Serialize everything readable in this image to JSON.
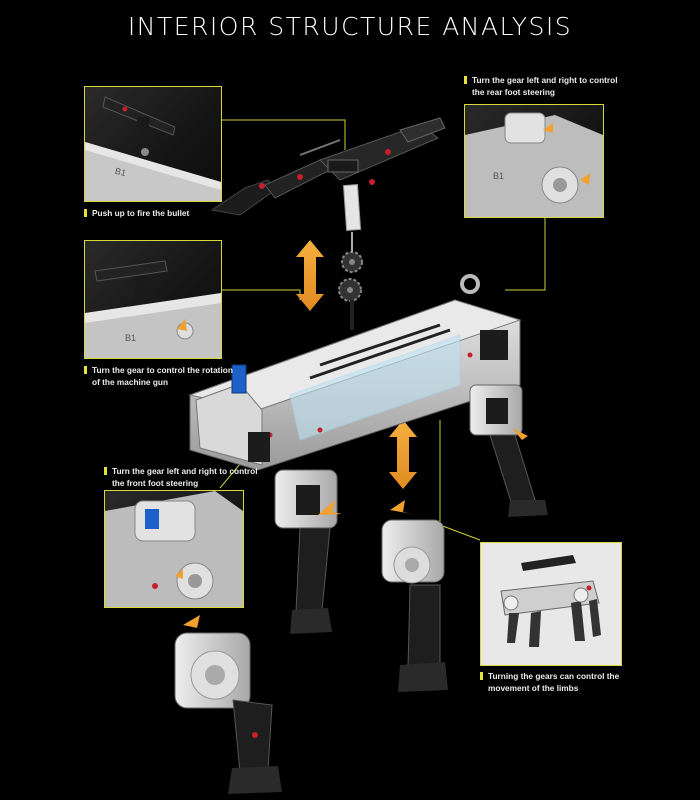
{
  "title": "INTERIOR STRUCTURE ANALYSIS",
  "captions": {
    "fire": "Push up to fire the bullet",
    "gun_rotation_line1": "Turn the gear to control the rotation",
    "gun_rotation_line2": "of the machine gun",
    "rear_line1": "Turn the gear left and right to control",
    "rear_line2": "the rear foot steering",
    "front_line1": "Turn the gear left and right to control",
    "front_line2": "the front foot steering",
    "limbs_line1": "Turning the gears can control the",
    "limbs_line2": "movement of the limbs"
  },
  "panel_labels": {
    "b1_a": "B1",
    "b1_b": "B1",
    "b1_c": "B1"
  },
  "colors": {
    "background": "#000000",
    "accent_yellow": "#d8d83a",
    "arrow_orange": "#f2a030",
    "brick_light": "#d2d2d2",
    "brick_dark": "#1c1c1c",
    "accent_red": "#c4202a"
  }
}
